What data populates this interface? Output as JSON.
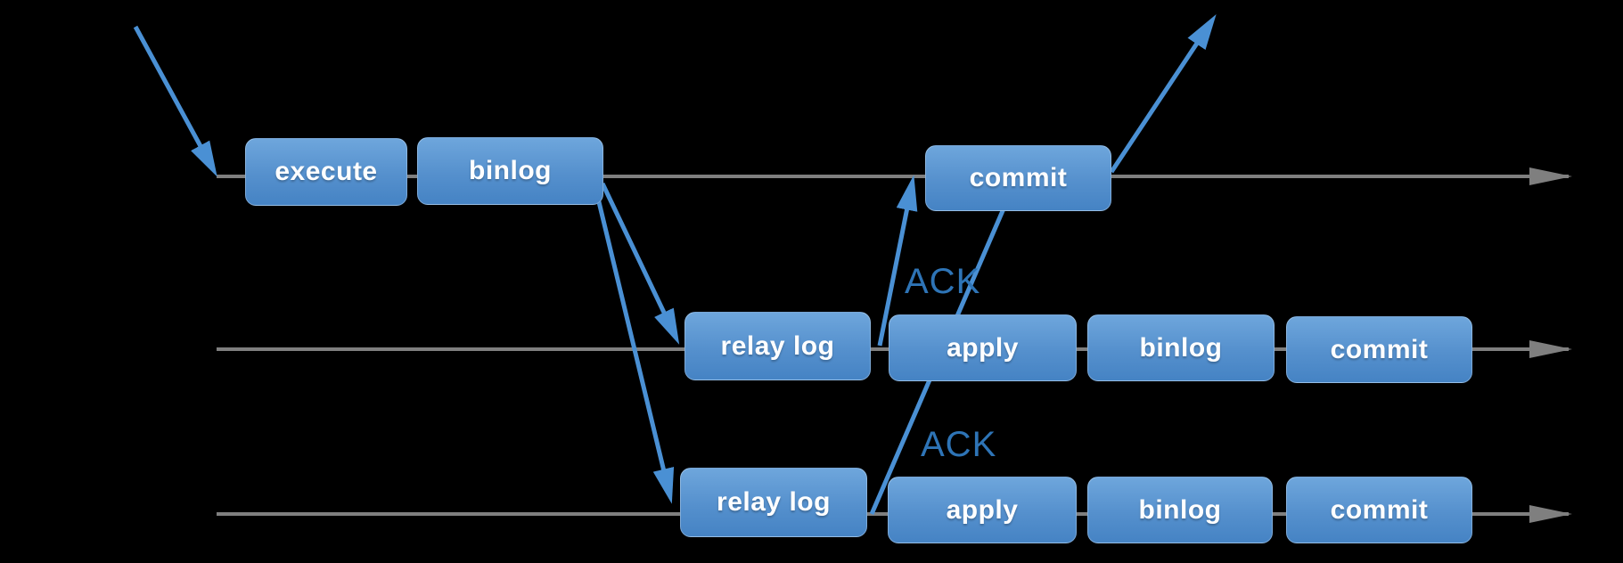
{
  "colors": {
    "background": "#000000",
    "timeline": "#7f7f7f",
    "arrow_blue": "#4a90d4",
    "ack_text": "#2e74b6",
    "box_gradient_top": "#6ea6dc",
    "box_gradient_bottom": "#4583c4",
    "box_text": "#ffffff"
  },
  "rows": {
    "master": {
      "boxes": [
        {
          "label": "execute"
        },
        {
          "label": "binlog"
        },
        {
          "label": "commit"
        }
      ]
    },
    "replica1": {
      "ack_label": "ACK",
      "boxes": [
        {
          "label": "relay log"
        },
        {
          "label": "apply"
        },
        {
          "label": "binlog"
        },
        {
          "label": "commit"
        }
      ]
    },
    "replica2": {
      "ack_label": "ACK",
      "boxes": [
        {
          "label": "relay log"
        },
        {
          "label": "apply"
        },
        {
          "label": "binlog"
        },
        {
          "label": "commit"
        }
      ]
    }
  }
}
